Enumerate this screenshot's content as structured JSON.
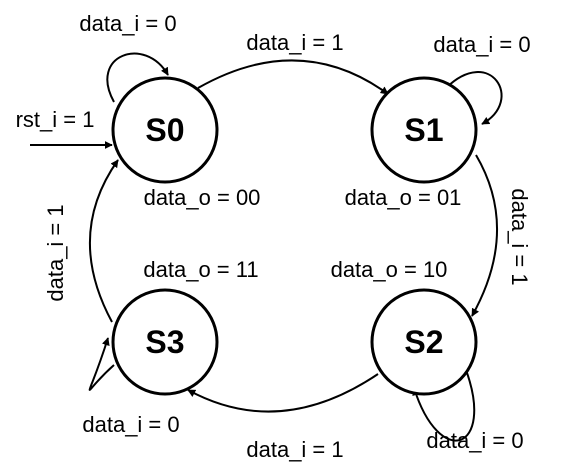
{
  "states": {
    "s0": {
      "name": "S0",
      "output": "data_o = 00"
    },
    "s1": {
      "name": "S1",
      "output": "data_o = 01"
    },
    "s2": {
      "name": "S2",
      "output": "data_o = 10"
    },
    "s3": {
      "name": "S3",
      "output": "data_o = 11"
    }
  },
  "transitions": {
    "s0_self": "data_i = 0",
    "s0_to_s1": "data_i = 1",
    "s1_self": "data_i = 0",
    "s1_to_s2": "data_i = 1",
    "s2_self": "data_i = 0",
    "s2_to_s3": "data_i = 1",
    "s3_self": "data_i = 0",
    "s3_to_s0": "data_i = 1",
    "reset": "rst_i = 1"
  }
}
